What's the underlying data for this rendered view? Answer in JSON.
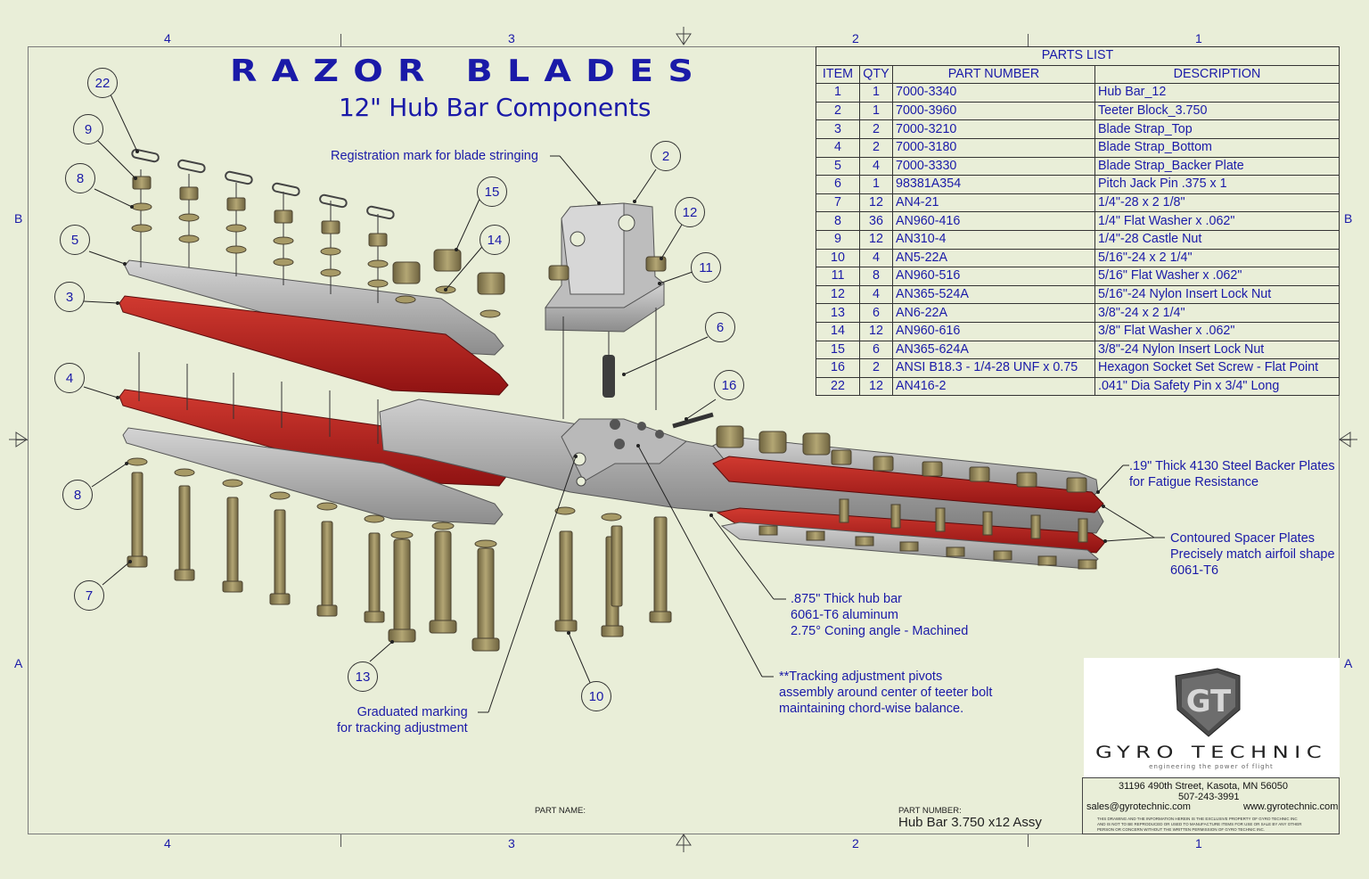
{
  "title": {
    "main": "RAZOR BLADES",
    "sub": "12\" Hub Bar Components"
  },
  "zones": {
    "top": [
      "4",
      "3",
      "2",
      "1"
    ],
    "bottom": [
      "4",
      "3",
      "2",
      "1"
    ],
    "left": [
      "B",
      "A"
    ],
    "right": [
      "B",
      "A"
    ]
  },
  "parts_list": {
    "caption": "PARTS LIST",
    "headers": [
      "ITEM",
      "QTY",
      "PART NUMBER",
      "DESCRIPTION"
    ],
    "rows": [
      [
        "1",
        "1",
        "7000-3340",
        "Hub Bar_12"
      ],
      [
        "2",
        "1",
        "7000-3960",
        "Teeter Block_3.750"
      ],
      [
        "3",
        "2",
        "7000-3210",
        "Blade Strap_Top"
      ],
      [
        "4",
        "2",
        "7000-3180",
        "Blade Strap_Bottom"
      ],
      [
        "5",
        "4",
        "7000-3330",
        "Blade Strap_Backer Plate"
      ],
      [
        "6",
        "1",
        "98381A354",
        "Pitch Jack Pin .375 x 1"
      ],
      [
        "7",
        "12",
        "AN4-21",
        "1/4\"-28 x 2 1/8\""
      ],
      [
        "8",
        "36",
        "AN960-416",
        "1/4\" Flat Washer x .062\""
      ],
      [
        "9",
        "12",
        "AN310-4",
        "1/4\"-28 Castle Nut"
      ],
      [
        "10",
        "4",
        "AN5-22A",
        "5/16\"-24 x 2 1/4\""
      ],
      [
        "11",
        "8",
        "AN960-516",
        "5/16\" Flat Washer x .062\""
      ],
      [
        "12",
        "4",
        "AN365-524A",
        "5/16\"-24 Nylon Insert Lock Nut"
      ],
      [
        "13",
        "6",
        "AN6-22A",
        "3/8\"-24 x 2 1/4\""
      ],
      [
        "14",
        "12",
        "AN960-616",
        "3/8\" Flat Washer x .062\""
      ],
      [
        "15",
        "6",
        "AN365-624A",
        "3/8\"-24 Nylon Insert Lock Nut"
      ],
      [
        "16",
        "2",
        "ANSI B18.3 - 1/4-28 UNF x 0.75",
        "Hexagon Socket Set Screw - Flat Point"
      ],
      [
        "22",
        "12",
        "AN416-2",
        ".041\" Dia Safety Pin x 3/4\" Long"
      ]
    ]
  },
  "callouts": {
    "c22": "22",
    "c9": "9",
    "c8a": "8",
    "c5": "5",
    "c3": "3",
    "c4": "4",
    "c8b": "8",
    "c7": "7",
    "c13": "13",
    "c10": "10",
    "c15": "15",
    "c14": "14",
    "c2": "2",
    "c12": "12",
    "c11": "11",
    "c6": "6",
    "c16": "16"
  },
  "notes": {
    "registration": "Registration mark for blade stringing",
    "backer": [
      ".19\" Thick 4130 Steel Backer Plates",
      "for Fatigue Resistance"
    ],
    "spacer": [
      "Contoured Spacer Plates",
      "Precisely match airfoil shape",
      "6061-T6"
    ],
    "hubbar": [
      ".875\" Thick hub bar",
      "6061-T6 aluminum",
      "2.75° Coning angle - Machined"
    ],
    "tracking": [
      "**Tracking adjustment pivots",
      "assembly around center of teeter bolt",
      "maintaining chord-wise balance."
    ],
    "graduated": [
      "Graduated marking",
      "for tracking adjustment"
    ]
  },
  "company": {
    "logo_letters": "GT",
    "name": "GYRO TECHNIC",
    "tagline": "engineering the power of flight",
    "address": "31196 490th Street, Kasota, MN 56050",
    "phone": "507-243-3991",
    "email": "sales@gyrotechnic.com",
    "website": "www.gyrotechnic.com",
    "disclaimer": [
      "THIS DRAWING AND THE INFORMATION HEREIN IS THE EXCLUSIVE PROPERTY OF GYRO TECHNIC INC",
      "AND IS NOT TO BE REPRODUCED OR USED TO MANUFACTURE ITEMS FOR USE OR SALE BY ANY OTHER",
      "PERSON OR CONCERN WITHOUT THE WRITTEN PERMISSION OF GYRO TECHNIC INC."
    ]
  },
  "title_block": {
    "part_name_label": "PART NAME:",
    "part_number_label": "PART NUMBER:",
    "part_number_value": "Hub Bar 3.750 x12 Assy"
  },
  "colors": {
    "ink": "#1a1aa8",
    "paper": "#e9eed8",
    "red_strap": "#b71c1c",
    "aluminum": "#a9a9a9",
    "brass": "#8f8255"
  }
}
